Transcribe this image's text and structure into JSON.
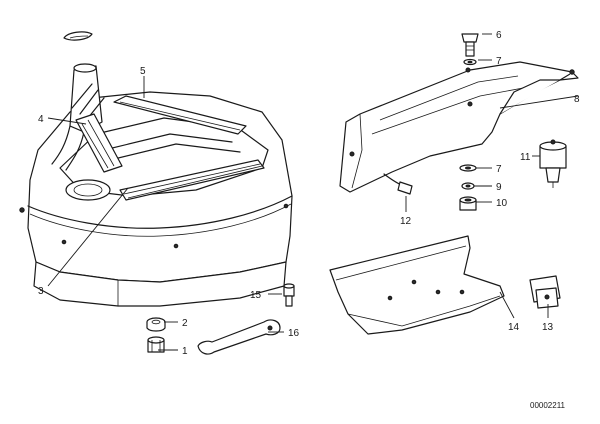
{
  "callouts": [
    {
      "id": "c1",
      "text": "1"
    },
    {
      "id": "c2",
      "text": "2"
    },
    {
      "id": "c3",
      "text": "3"
    },
    {
      "id": "c4",
      "text": "4"
    },
    {
      "id": "c5",
      "text": "5"
    },
    {
      "id": "c6",
      "text": "6"
    },
    {
      "id": "c7a",
      "text": "7"
    },
    {
      "id": "c7b",
      "text": "7"
    },
    {
      "id": "c8",
      "text": "8"
    },
    {
      "id": "c9",
      "text": "9"
    },
    {
      "id": "c10",
      "text": "10"
    },
    {
      "id": "c11",
      "text": "11"
    },
    {
      "id": "c12",
      "text": "12"
    },
    {
      "id": "c13",
      "text": "13"
    },
    {
      "id": "c14",
      "text": "14"
    },
    {
      "id": "c15",
      "text": "15"
    },
    {
      "id": "c16",
      "text": "16"
    }
  ],
  "diagram_code": "00002211"
}
